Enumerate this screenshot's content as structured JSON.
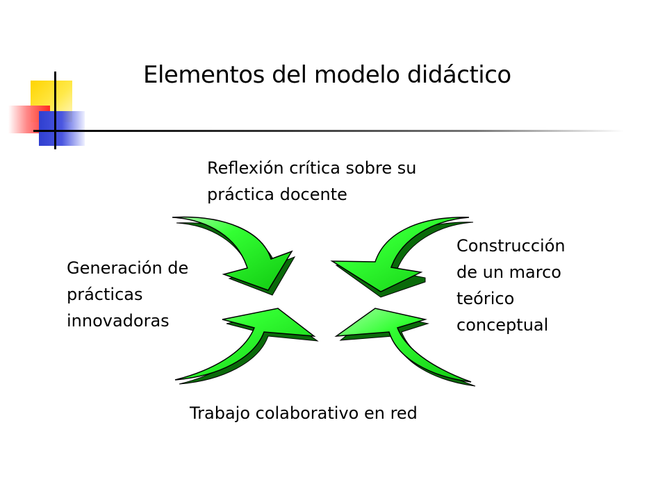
{
  "title": "Elementos del modelo didáctico",
  "labels": {
    "top": "Reflexión crítica sobre su\npráctica docente",
    "left": "Generación de\nprácticas\ninnovadoras",
    "right": "Construcción\nde un marco\nteórico\nconceptual",
    "bottom": "Trabajo colaborativo en red"
  },
  "colors": {
    "arrow_fill": "#22ee22",
    "arrow_light": "#aaffaa",
    "arrow_dark": "#0a6a0a",
    "arrow_outline": "#000000",
    "deco_yellow": "#ffd400",
    "deco_red": "#ff3030",
    "deco_blue": "#3344d8"
  },
  "icons": [
    "curved-arrow-top-left",
    "curved-arrow-top-right",
    "curved-arrow-bottom-left",
    "curved-arrow-bottom-right"
  ]
}
